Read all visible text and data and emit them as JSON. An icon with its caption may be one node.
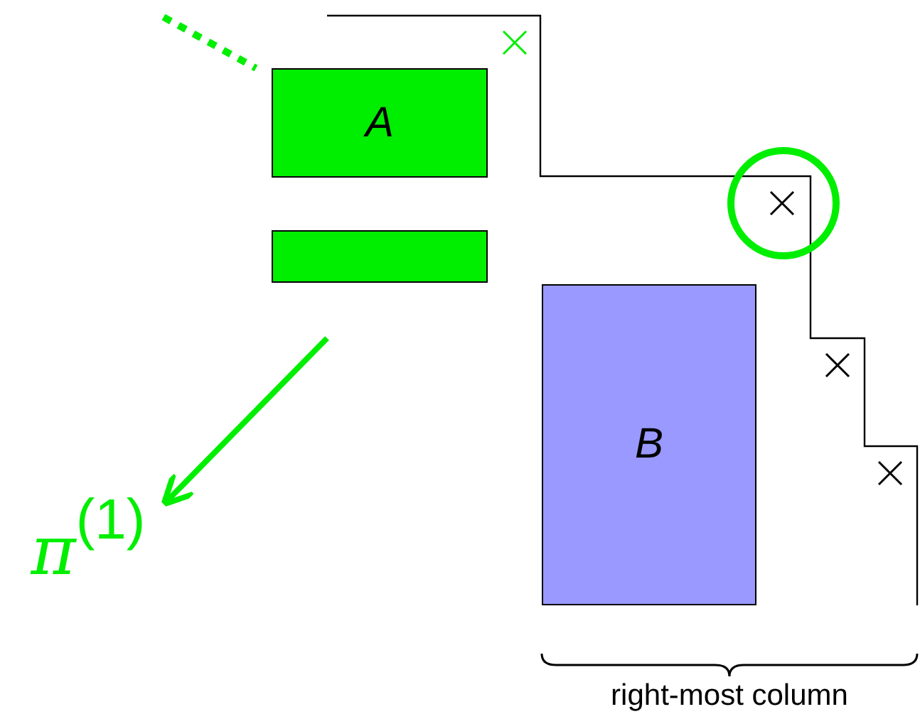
{
  "diagram": {
    "nodes": [
      {
        "text": [
          "A"
        ]
      },
      {
        "text": [],
        "shape": "bar"
      },
      {
        "text": [
          "B"
        ]
      },
      {
        "text": [
          "π$^{(1)}$"
        ]
      }
    ],
    "edges": [
      {
        "from": null,
        "to": 3,
        "arrow": "to"
      }
    ],
    "labels": [
      "right-most column"
    ]
  }
}
